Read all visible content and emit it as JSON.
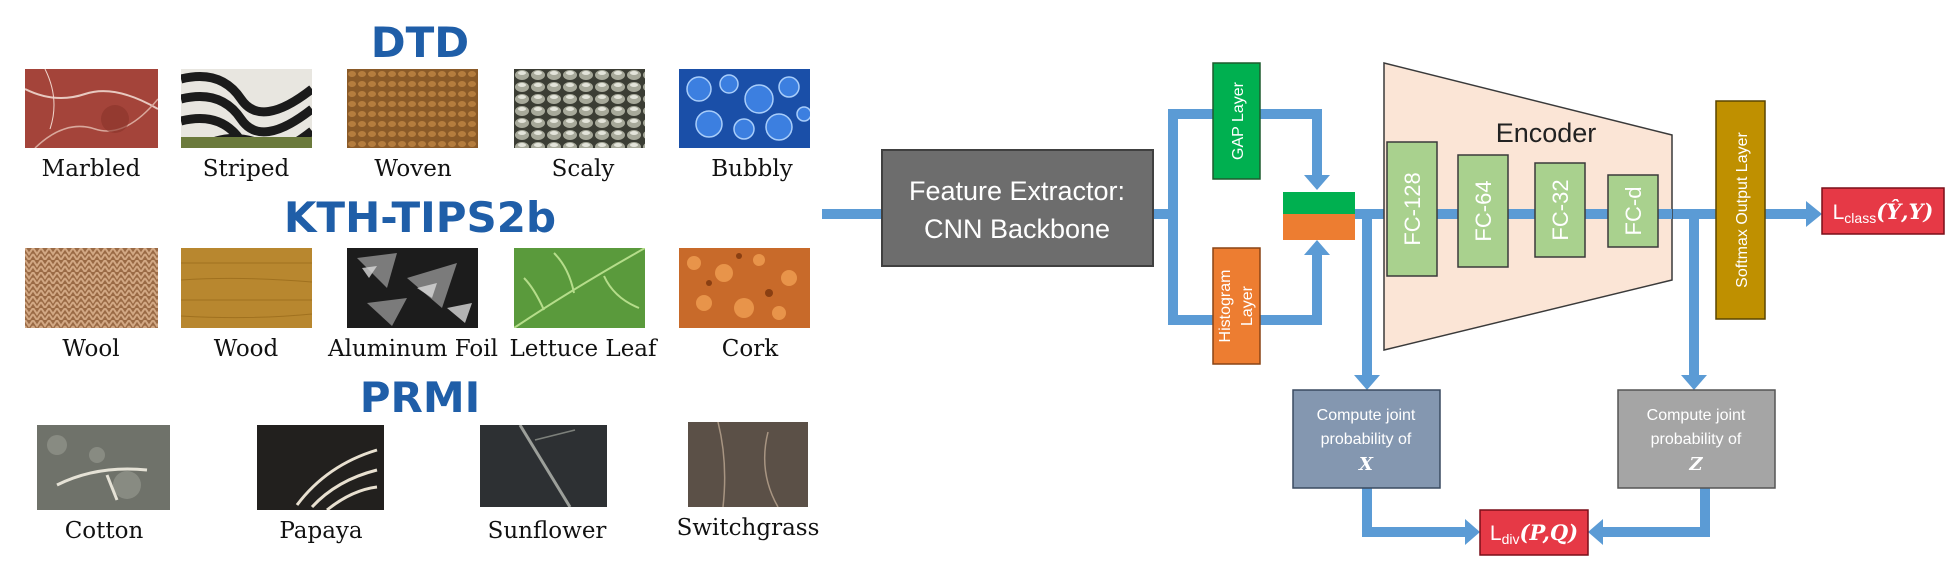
{
  "datasets": {
    "dtd": {
      "title": "DTD",
      "items": [
        "Marbled",
        "Striped",
        "Woven",
        "Scaly",
        "Bubbly"
      ]
    },
    "kth": {
      "title": "KTH-TIPS2b",
      "items": [
        "Wool",
        "Wood",
        "Aluminum Foil",
        "Lettuce Leaf",
        "Cork"
      ]
    },
    "prmi": {
      "title": "PRMI",
      "items": [
        "Cotton",
        "Papaya",
        "Sunflower",
        "Switchgrass"
      ]
    }
  },
  "pipeline": {
    "feature_extractor": [
      "Feature Extractor:",
      "CNN Backbone"
    ],
    "gap_layer": "GAP Layer",
    "histogram_layer": [
      "Histogram",
      "Layer"
    ],
    "encoder": {
      "title": "Encoder",
      "layers": [
        "FC-128",
        "FC-64",
        "FC-32",
        "FC-d"
      ]
    },
    "softmax": "Softmax Output Layer",
    "loss_class": {
      "prefix": "L",
      "sub": "class",
      "args": "(Ŷ,Y)"
    },
    "joint_x": [
      "Compute joint",
      "probability of",
      "X"
    ],
    "joint_z": [
      "Compute joint",
      "probability of",
      "Z"
    ],
    "loss_div": {
      "prefix": "L",
      "sub": "div",
      "args": "(P,Q)"
    }
  },
  "colors": {
    "title_blue": "#1f5ea8",
    "arrow_blue": "#5b9bd5",
    "gap_green": "#00b050",
    "hist_orange": "#ed7d31",
    "extractor_gray": "#6d6d6d",
    "encoder_fill": "#fbe5d6",
    "fc_green": "#a9d18e",
    "softmax_gold": "#bf9000",
    "loss_red": "#e63946",
    "joint_x_fill": "#8497b0",
    "joint_z_fill": "#a5a5a5"
  }
}
